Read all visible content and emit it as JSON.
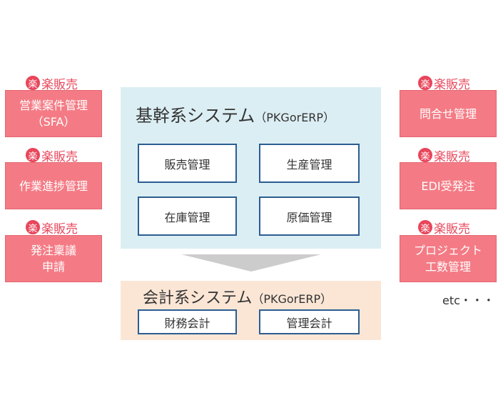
{
  "badge_text": "楽販売",
  "badge_logo": "楽",
  "left_boxes": [
    "営業案件管理\n（SFA）",
    "作業進捗管理",
    "発注稟議\n申請"
  ],
  "right_boxes": [
    "問合せ管理",
    "EDI受発注",
    "プロジェクト\n工数管理"
  ],
  "erp": {
    "title": "基幹系システム",
    "pkg": "（PKGorERP）",
    "modules": [
      "販売管理",
      "生産管理",
      "在庫管理",
      "原価管理"
    ]
  },
  "accounting": {
    "title": "会計系システム",
    "pkg": "（PKGorERP）",
    "modules": [
      "財務会計",
      "管理会計"
    ]
  },
  "etc": "etc・・・",
  "colors": {
    "accent": "#e8465b",
    "side_box": "#f47b85",
    "erp_bg": "#dbeef3",
    "acc_bg": "#fbe6d6",
    "module_border": "#2c5d92",
    "arrow": "#cccccc"
  }
}
